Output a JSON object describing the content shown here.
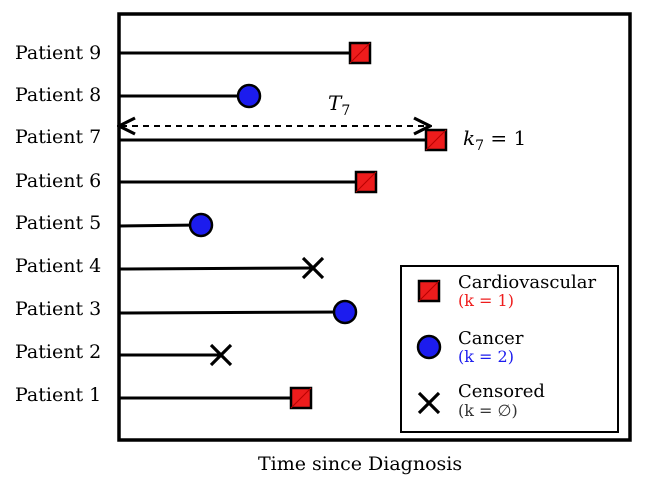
{
  "patients": [
    {
      "label": "Patient 9",
      "event": "cardiovascular"
    },
    {
      "label": "Patient 8",
      "event": "cancer"
    },
    {
      "label": "Patient 7",
      "event": "cardiovascular"
    },
    {
      "label": "Patient 6",
      "event": "cardiovascular"
    },
    {
      "label": "Patient 5",
      "event": "cancer"
    },
    {
      "label": "Patient 4",
      "event": "censored"
    },
    {
      "label": "Patient 3",
      "event": "cancer"
    },
    {
      "label": "Patient 2",
      "event": "censored"
    },
    {
      "label": "Patient 1",
      "event": "cardiovascular"
    }
  ],
  "annotation": {
    "time_symbol": "T",
    "time_subscript": "7",
    "k_symbol": "k",
    "k_subscript": "7",
    "k_value": " = 1"
  },
  "xlabel": "Time since Diagnosis",
  "legend": {
    "items": [
      {
        "name": "Cardiovascular",
        "code": "(k = 1)",
        "marker": "red-square",
        "color": "#ee1c1c"
      },
      {
        "name": "Cancer",
        "code": "(k = 2)",
        "marker": "blue-circle",
        "color": "#1c1cee"
      },
      {
        "name": "Censored",
        "code": "(k = ∅)",
        "marker": "x-mark",
        "color": "#333333"
      }
    ]
  },
  "colors": {
    "cardiovascular": "#ee1c1c",
    "cancer": "#1c1cee",
    "line": "#000000"
  }
}
